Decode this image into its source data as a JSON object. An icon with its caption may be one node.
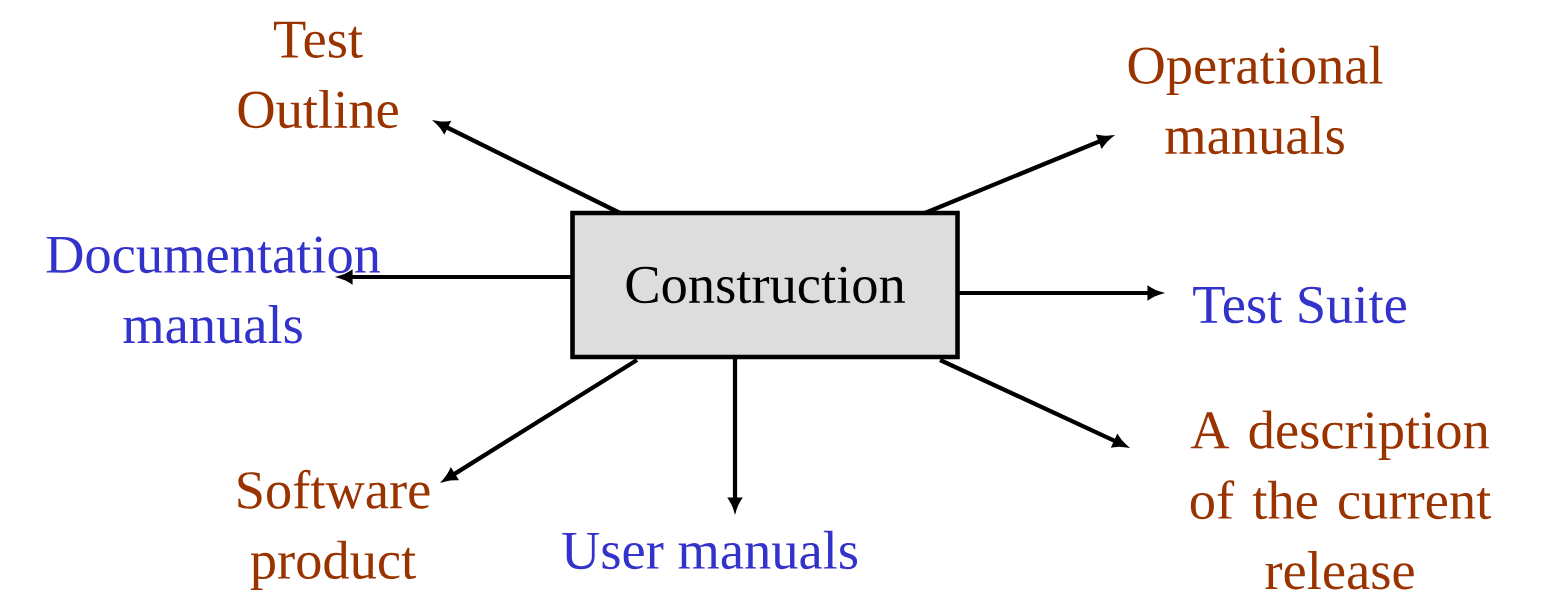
{
  "diagram": {
    "nodes": [
      {
        "text": [
          "Construction"
        ]
      },
      {
        "text": [
          "Test Outline"
        ]
      },
      {
        "text": [
          "Operational manuals"
        ]
      },
      {
        "text": [
          "Documentation manuals"
        ]
      },
      {
        "text": [
          "Test Suite"
        ]
      },
      {
        "text": [
          "Software product"
        ]
      },
      {
        "text": [
          "User manuals"
        ]
      },
      {
        "text": [
          "A description of the current release"
        ]
      }
    ],
    "edges": [
      {
        "from": 0,
        "to": 1,
        "arrow": "to"
      },
      {
        "from": 0,
        "to": 2,
        "arrow": "to"
      },
      {
        "from": 0,
        "to": 3,
        "arrow": "to"
      },
      {
        "from": 0,
        "to": 4,
        "arrow": "to"
      },
      {
        "from": 0,
        "to": 5,
        "arrow": "to"
      },
      {
        "from": 0,
        "to": 6,
        "arrow": "to"
      },
      {
        "from": 0,
        "to": 7,
        "arrow": "to"
      }
    ]
  }
}
